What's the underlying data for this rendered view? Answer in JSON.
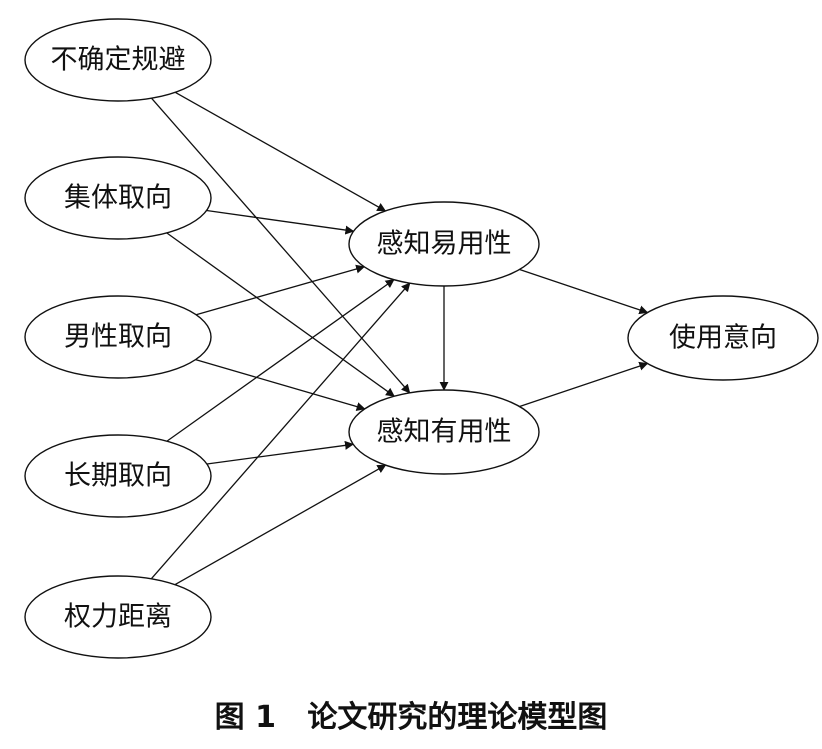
{
  "diagram": {
    "nodes": [
      {
        "id": "uncertainty",
        "label": "不确定规避"
      },
      {
        "id": "collectivism",
        "label": "集体取向"
      },
      {
        "id": "masculinity",
        "label": "男性取向"
      },
      {
        "id": "long_term",
        "label": "长期取向"
      },
      {
        "id": "power_distance",
        "label": "权力距离"
      },
      {
        "id": "peou",
        "label": "感知易用性"
      },
      {
        "id": "pu",
        "label": "感知有用性"
      },
      {
        "id": "intention",
        "label": "使用意向"
      }
    ],
    "edges": [
      {
        "from": "uncertainty",
        "to": "peou"
      },
      {
        "from": "uncertainty",
        "to": "pu"
      },
      {
        "from": "collectivism",
        "to": "peou"
      },
      {
        "from": "collectivism",
        "to": "pu"
      },
      {
        "from": "masculinity",
        "to": "peou"
      },
      {
        "from": "masculinity",
        "to": "pu"
      },
      {
        "from": "long_term",
        "to": "peou"
      },
      {
        "from": "long_term",
        "to": "pu"
      },
      {
        "from": "power_distance",
        "to": "peou"
      },
      {
        "from": "power_distance",
        "to": "pu"
      },
      {
        "from": "peou",
        "to": "pu"
      },
      {
        "from": "peou",
        "to": "intention"
      },
      {
        "from": "pu",
        "to": "intention"
      }
    ],
    "stroke_color": "#111111"
  },
  "caption": {
    "number": "图 1",
    "text": "论文研究的理论模型图"
  }
}
